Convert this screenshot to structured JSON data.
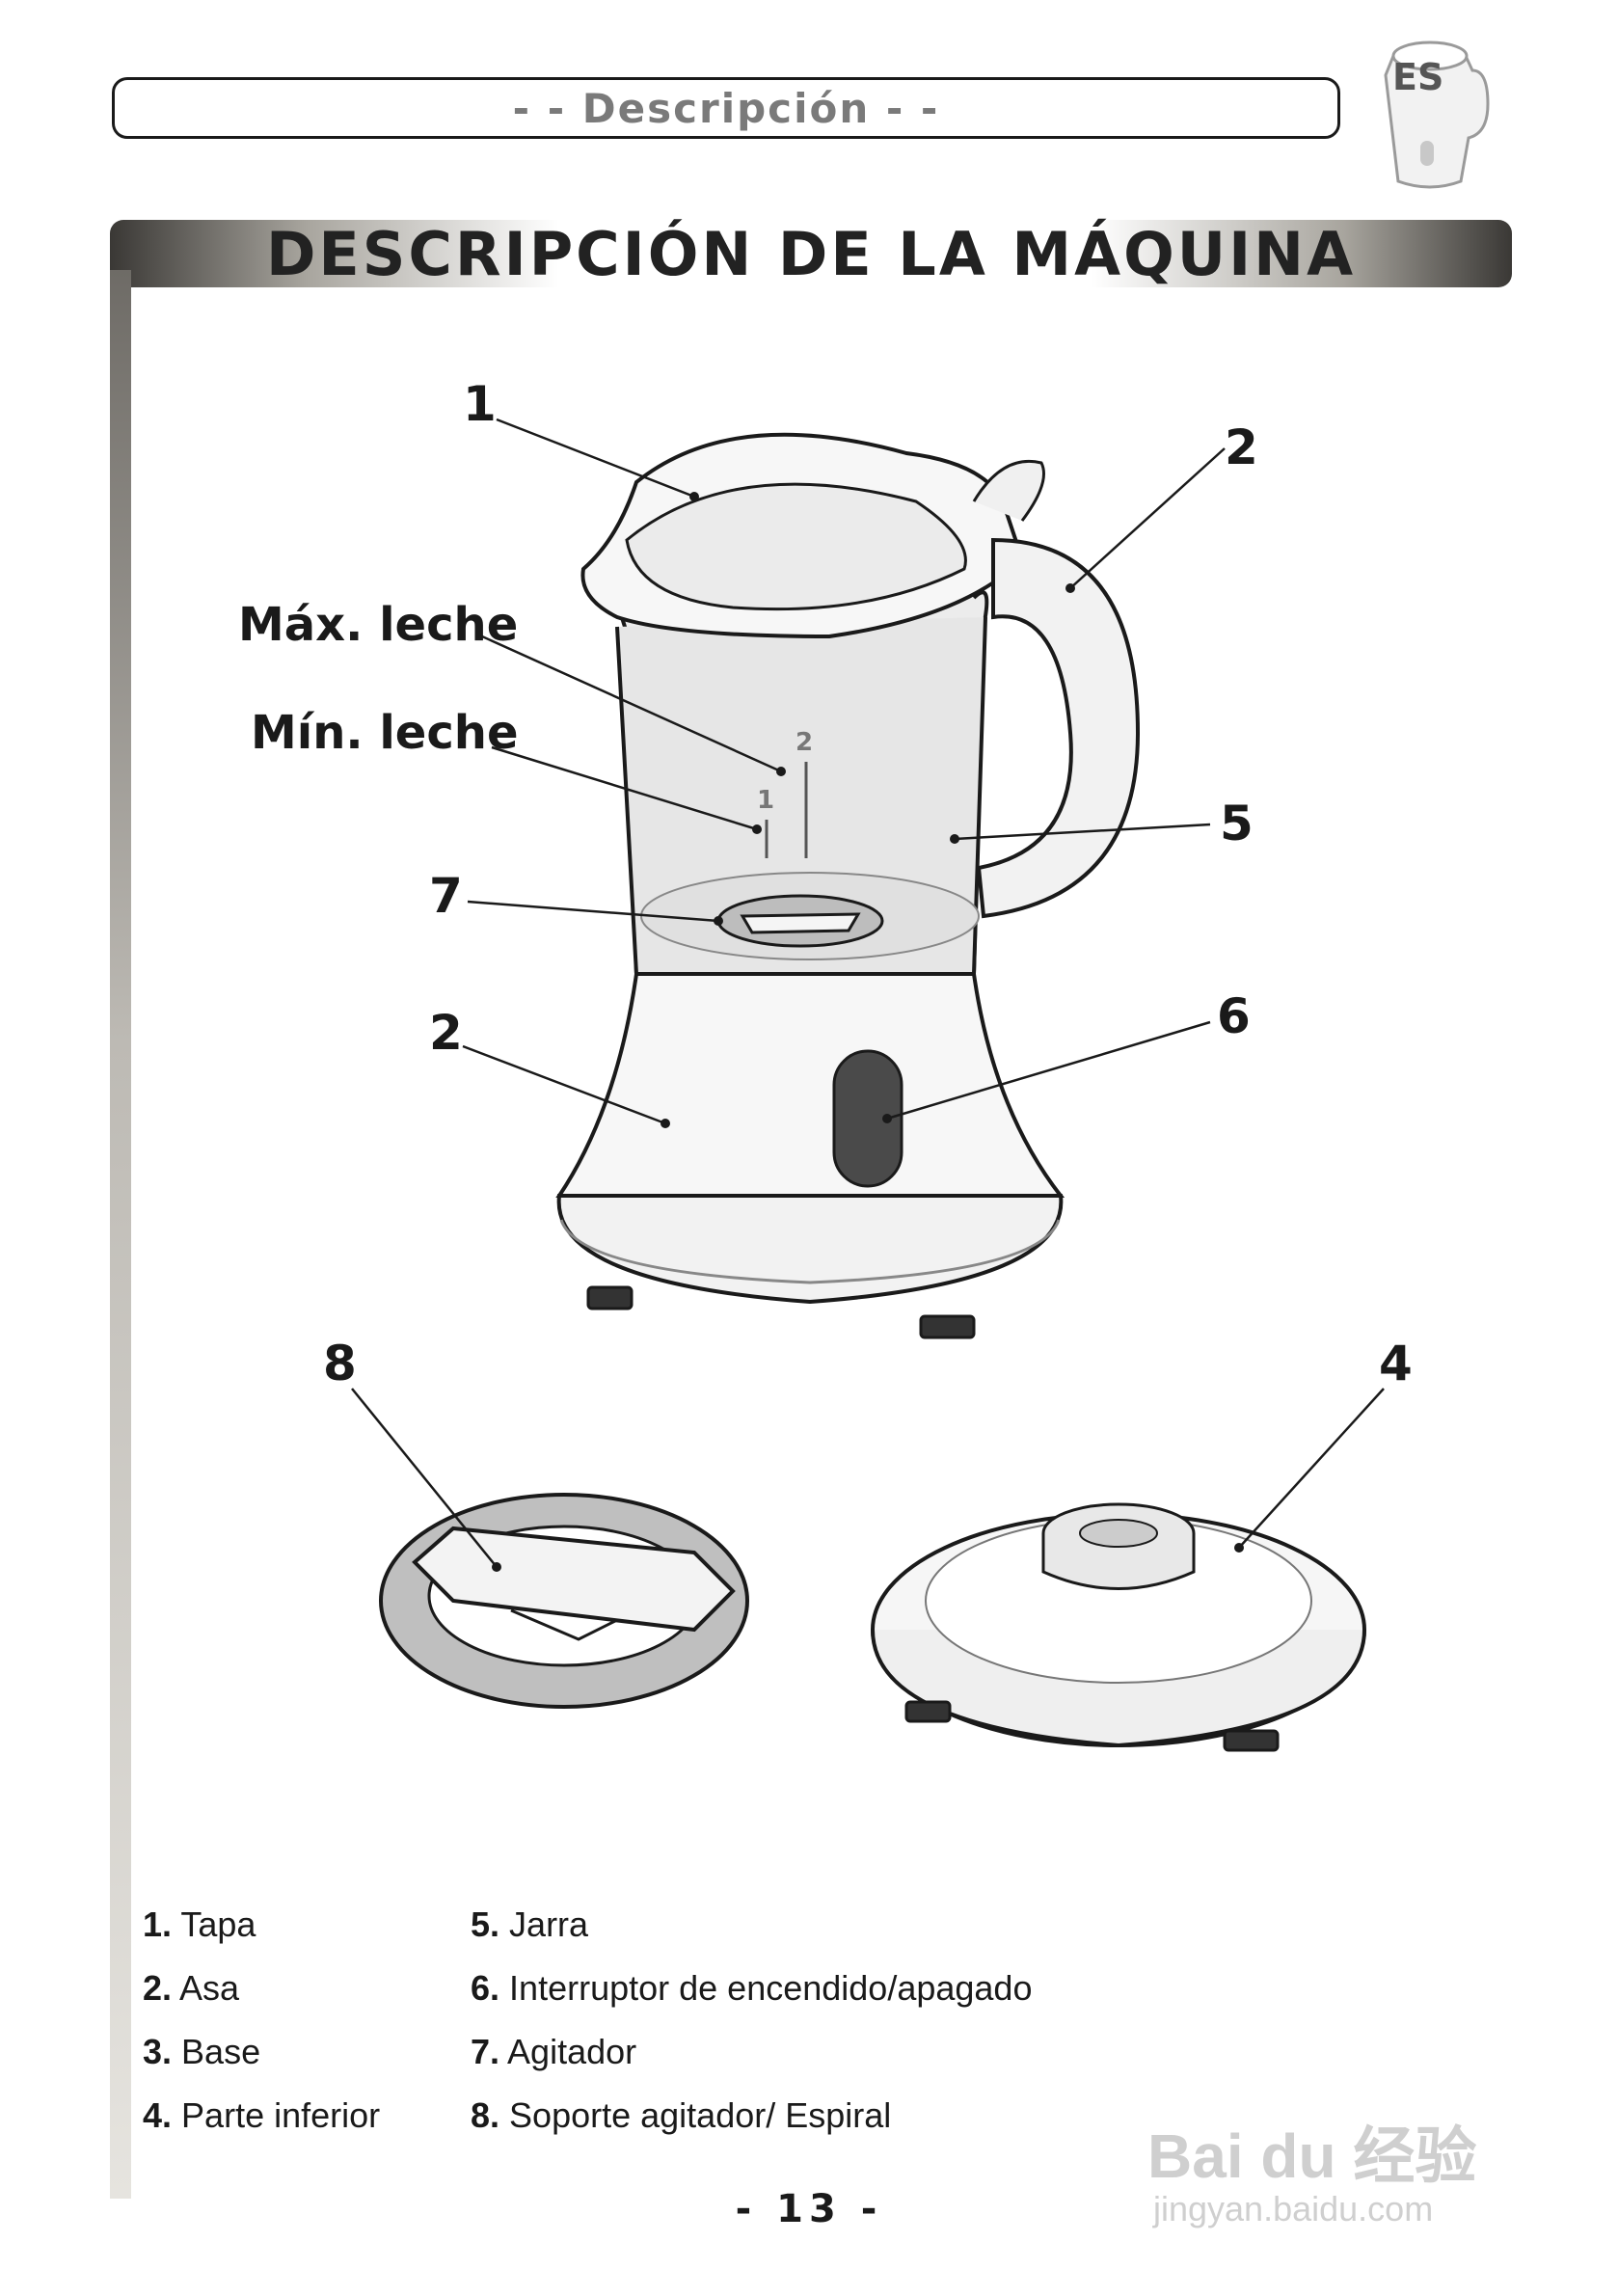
{
  "header": {
    "section_title": "- - Descripción - -",
    "language_badge": "ES"
  },
  "main": {
    "title": "DESCRIPCIÓN DE LA MÁQUINA"
  },
  "diagram": {
    "callouts": {
      "c1": "1",
      "c2_top": "2",
      "c5": "5",
      "c7": "7",
      "c2_bottom": "2",
      "c6": "6",
      "c8": "8",
      "c4": "4"
    },
    "labels": {
      "max_milk": "Máx. leche",
      "min_milk": "Mín. leche"
    },
    "scale_marks": {
      "mark_1": "1",
      "mark_2": "2"
    }
  },
  "legend": [
    {
      "num": "1.",
      "text": "Tapa"
    },
    {
      "num": "2.",
      "text": "Asa"
    },
    {
      "num": "3.",
      "text": "Base"
    },
    {
      "num": "4.",
      "text": "Parte inferior"
    },
    {
      "num": "5.",
      "text": "Jarra"
    },
    {
      "num": "6.",
      "text": "Interruptor de encendido/apagado"
    },
    {
      "num": "7.",
      "text": "Agitador"
    },
    {
      "num": "8.",
      "text": "Soporte agitador/ Espiral"
    }
  ],
  "footer": {
    "page_number": "- 13 -"
  },
  "watermark": {
    "brand": "Bai du 经验",
    "url": "jingyan.baidu.com"
  }
}
